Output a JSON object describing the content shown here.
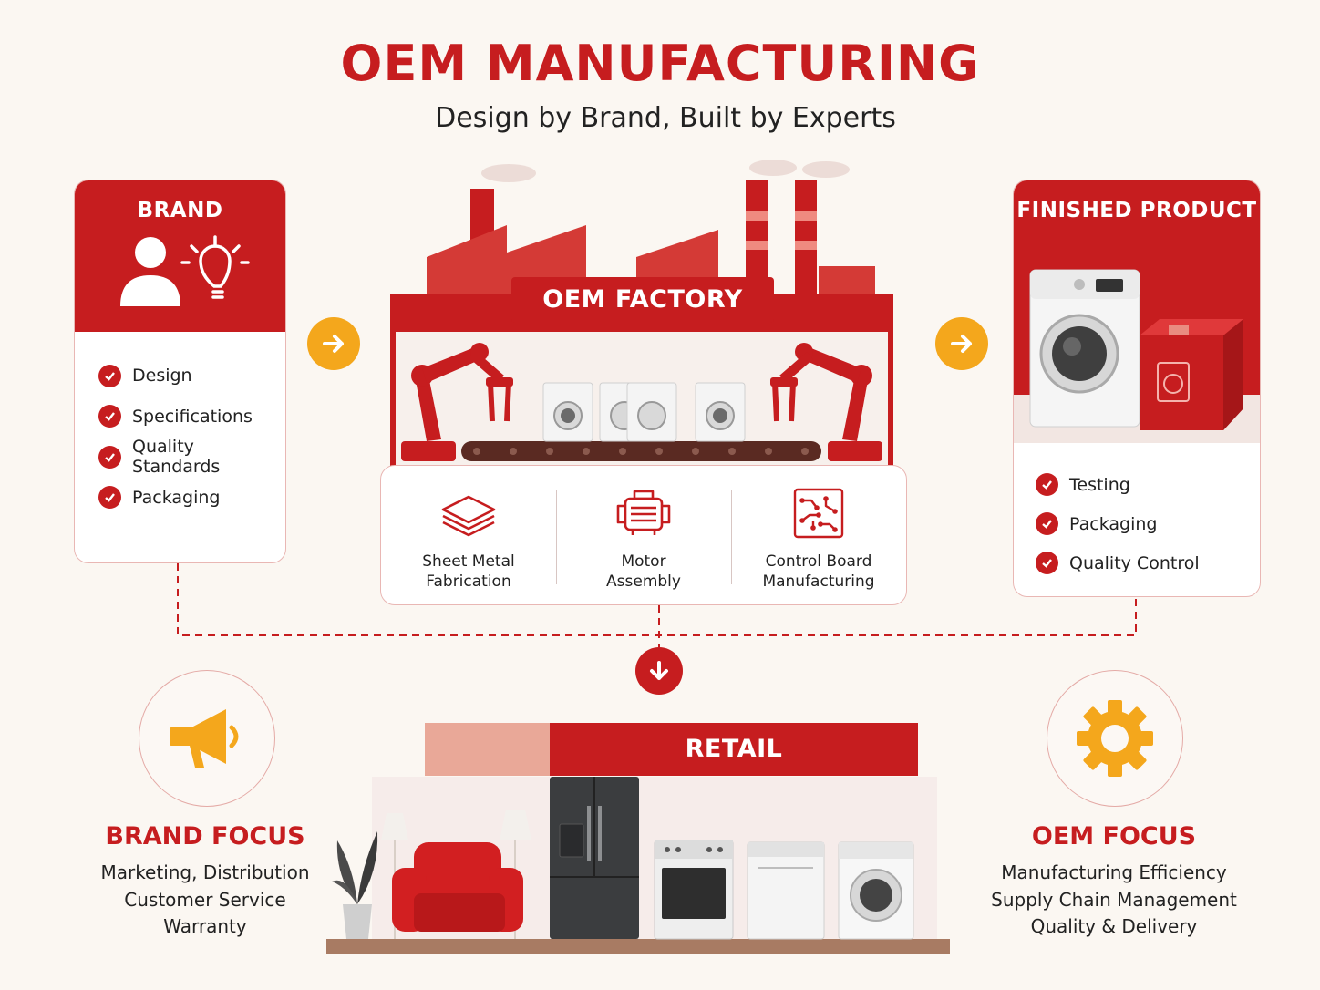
{
  "header": {
    "title": "OEM MANUFACTURING",
    "subtitle": "Design by Brand, Built by Experts"
  },
  "brand": {
    "title": "BRAND",
    "items": [
      "Design",
      "Specifications",
      "Quality Standards",
      "Packaging"
    ],
    "icons": [
      "person-icon",
      "lightbulb-icon"
    ]
  },
  "factory": {
    "title": "OEM FACTORY",
    "processes": [
      {
        "label_1": "Sheet Metal",
        "label_2": "Fabrication",
        "icon": "sheet-metal-icon"
      },
      {
        "label_1": "Motor",
        "label_2": "Assembly",
        "icon": "motor-icon"
      },
      {
        "label_1": "Control Board",
        "label_2": "Manufacturing",
        "icon": "circuit-board-icon"
      }
    ]
  },
  "finished_product": {
    "title": "FINISHED PRODUCT",
    "items": [
      "Testing",
      "Packaging",
      "Quality Control"
    ]
  },
  "retail": {
    "title": "RETAIL"
  },
  "brand_focus": {
    "title": "BRAND FOCUS",
    "lines": [
      "Marketing, Distribution",
      "Customer Service",
      "Warranty"
    ],
    "icon": "megaphone-icon"
  },
  "oem_focus": {
    "title": "OEM FOCUS",
    "lines": [
      "Manufacturing Efficiency",
      "Supply Chain Management",
      "Quality & Delivery"
    ],
    "icon": "gear-icon"
  },
  "colors": {
    "primary_red": "#c61d1f",
    "accent_orange": "#f4a71c",
    "background": "#fbf7f2"
  }
}
